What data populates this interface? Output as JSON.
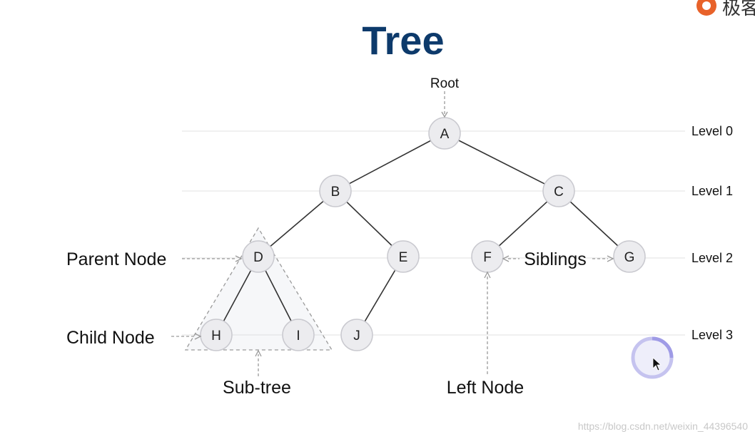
{
  "title": "Tree",
  "root_label": "Root",
  "nodes": [
    {
      "id": "A",
      "label": "A"
    },
    {
      "id": "B",
      "label": "B"
    },
    {
      "id": "C",
      "label": "C"
    },
    {
      "id": "D",
      "label": "D"
    },
    {
      "id": "E",
      "label": "E"
    },
    {
      "id": "F",
      "label": "F"
    },
    {
      "id": "G",
      "label": "G"
    },
    {
      "id": "H",
      "label": "H"
    },
    {
      "id": "I",
      "label": "I"
    },
    {
      "id": "J",
      "label": "J"
    }
  ],
  "edges": [
    [
      "A",
      "B"
    ],
    [
      "A",
      "C"
    ],
    [
      "B",
      "D"
    ],
    [
      "B",
      "E"
    ],
    [
      "C",
      "F"
    ],
    [
      "C",
      "G"
    ],
    [
      "D",
      "H"
    ],
    [
      "D",
      "I"
    ],
    [
      "E",
      "J"
    ]
  ],
  "levels": [
    "Level 0",
    "Level 1",
    "Level 2",
    "Level 3"
  ],
  "annotations": {
    "parent_node": "Parent Node",
    "child_node": "Child Node",
    "siblings": "Siblings",
    "sub_tree": "Sub-tree",
    "left_node": "Left Node"
  },
  "watermark": "https://blog.csdn.net/weixin_44396540",
  "logo": {
    "text": "极客"
  },
  "colors": {
    "title": "#0d3a6b",
    "node_fill": "#ececef",
    "logo_orange": "#e8622a",
    "spinner": "#a9a6e6"
  }
}
